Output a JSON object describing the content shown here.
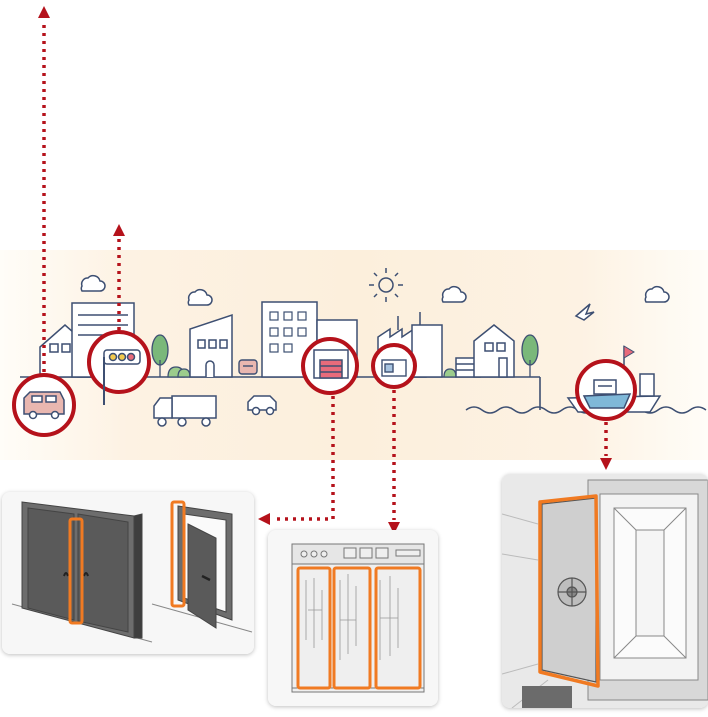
{
  "colors": {
    "accent_red": "#b5121b",
    "highlight_orange": "#f07a22",
    "line_blue": "#3d4f72",
    "band_cream": "#fcefdc",
    "tree_green": "#7ab87a"
  },
  "icons": [
    "cloud-icon",
    "sun-icon",
    "bird-icon",
    "flag-icon",
    "van-icon",
    "traffic-signal-icon",
    "truck-icon",
    "car-icon",
    "warehouse-door-icon",
    "factory-machine-icon",
    "ship-icon"
  ],
  "callouts": [
    {
      "id": "van",
      "target": "off-page-up"
    },
    {
      "id": "traffic-signal",
      "target": "off-page-up"
    },
    {
      "id": "warehouse",
      "target": "door-panel"
    },
    {
      "id": "factory",
      "target": "cabinet-panel"
    },
    {
      "id": "ship",
      "target": "vault-panel"
    }
  ],
  "panels": [
    "double-and-single-doors",
    "electrical-cabinet",
    "vault-hatch"
  ]
}
